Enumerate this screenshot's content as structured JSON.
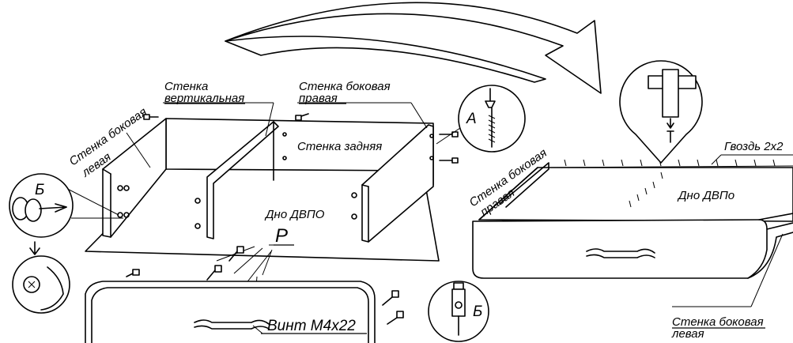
{
  "labels": {
    "wall_side_left": "Стенка боковая левая",
    "wall_side_left_line1": "Стенка боковая",
    "wall_side_left_line2": "левая",
    "wall_vertical_line1": "Стенка",
    "wall_vertical_line2": "вертикальная",
    "wall_side_right_line1": "Стенка боковая",
    "wall_side_right_line2": "правая",
    "wall_back": "Стенка задняя",
    "bottom_dvpo": "Дно ДВПО",
    "bottom_dvpo_right": "Дно ДВПо",
    "callout_a": "А",
    "callout_b": "Б",
    "callout_b2": "Б",
    "callout_p": "Р",
    "screw": "Винт М4х22",
    "nail": "Гвоздь 2х2",
    "right_side_right_line1": "Стенка боковая",
    "right_side_right_line2": "правая",
    "right_side_left_line1": "Стенка боковая",
    "right_side_left_line2": "левая"
  }
}
